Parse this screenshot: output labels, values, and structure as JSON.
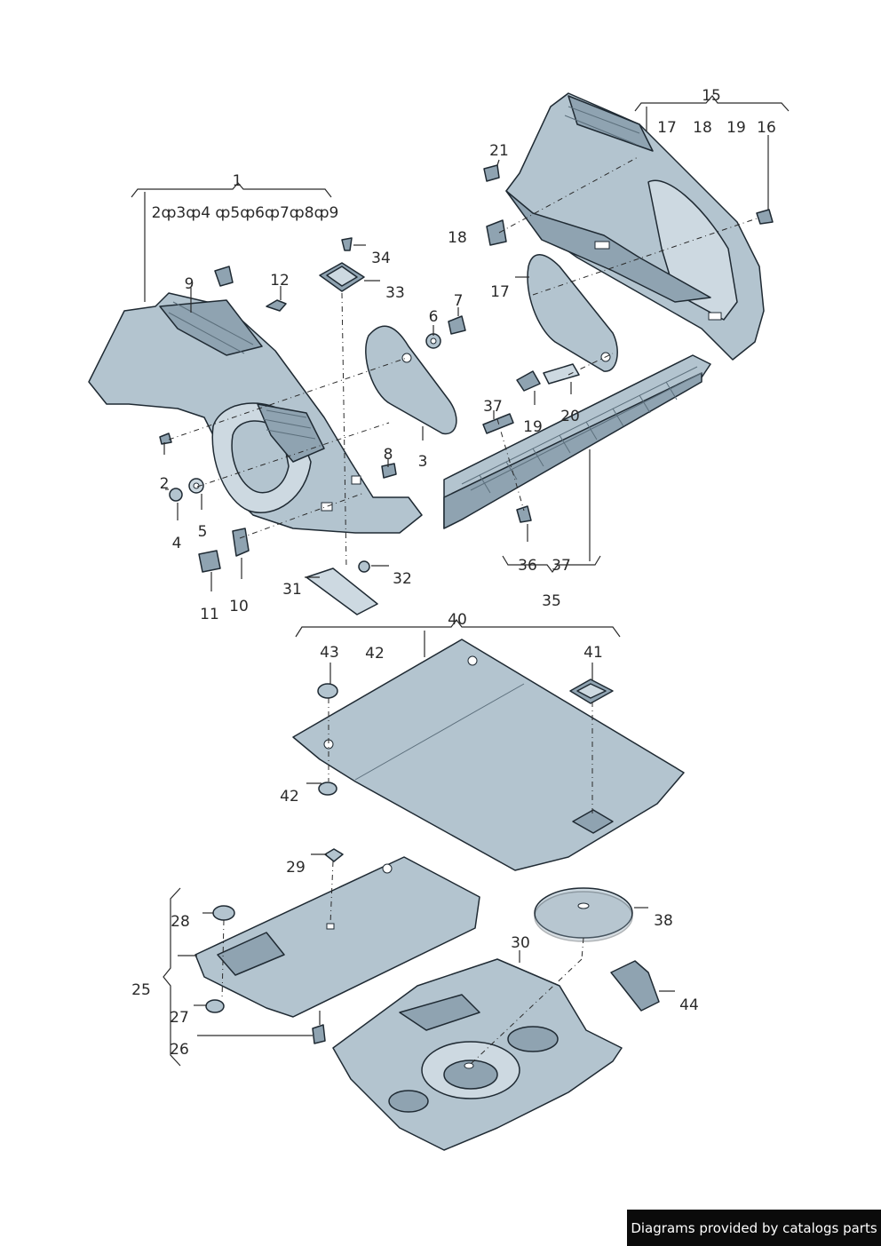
{
  "callouts": {
    "c1": "1",
    "c2_9": "2ȹ3ȹ4 ȹ5ȹ6ȹ7ȹ8ȹ9",
    "c2": "2",
    "c3": "3",
    "c4": "4",
    "c5": "5",
    "c6": "6",
    "c7": "7",
    "c8": "8",
    "c9": "9",
    "c10": "10",
    "c11": "11",
    "c12": "12",
    "c15": "15",
    "c16": "16",
    "c17a": "17",
    "c17b": "17",
    "c18a": "18",
    "c18b": "18",
    "c19a": "19",
    "c19b": "19",
    "c20": "20",
    "c21": "21",
    "c25": "25",
    "c26": "26",
    "c27": "27",
    "c28": "28",
    "c29": "29",
    "c30": "30",
    "c31": "31",
    "c32": "32",
    "c33": "33",
    "c34": "34",
    "c35": "35",
    "c36": "36",
    "c37a": "37",
    "c37b": "37",
    "c38": "38",
    "c40": "40",
    "c41": "41",
    "c42a": "42",
    "c42b": "42",
    "c43": "43",
    "c44": "44"
  },
  "banner": "Diagrams provided by catalogs parts",
  "colors": {
    "part_fill": "#b3c4cf",
    "outline": "#1f2a33",
    "banner_bg": "#0b0b0b"
  }
}
